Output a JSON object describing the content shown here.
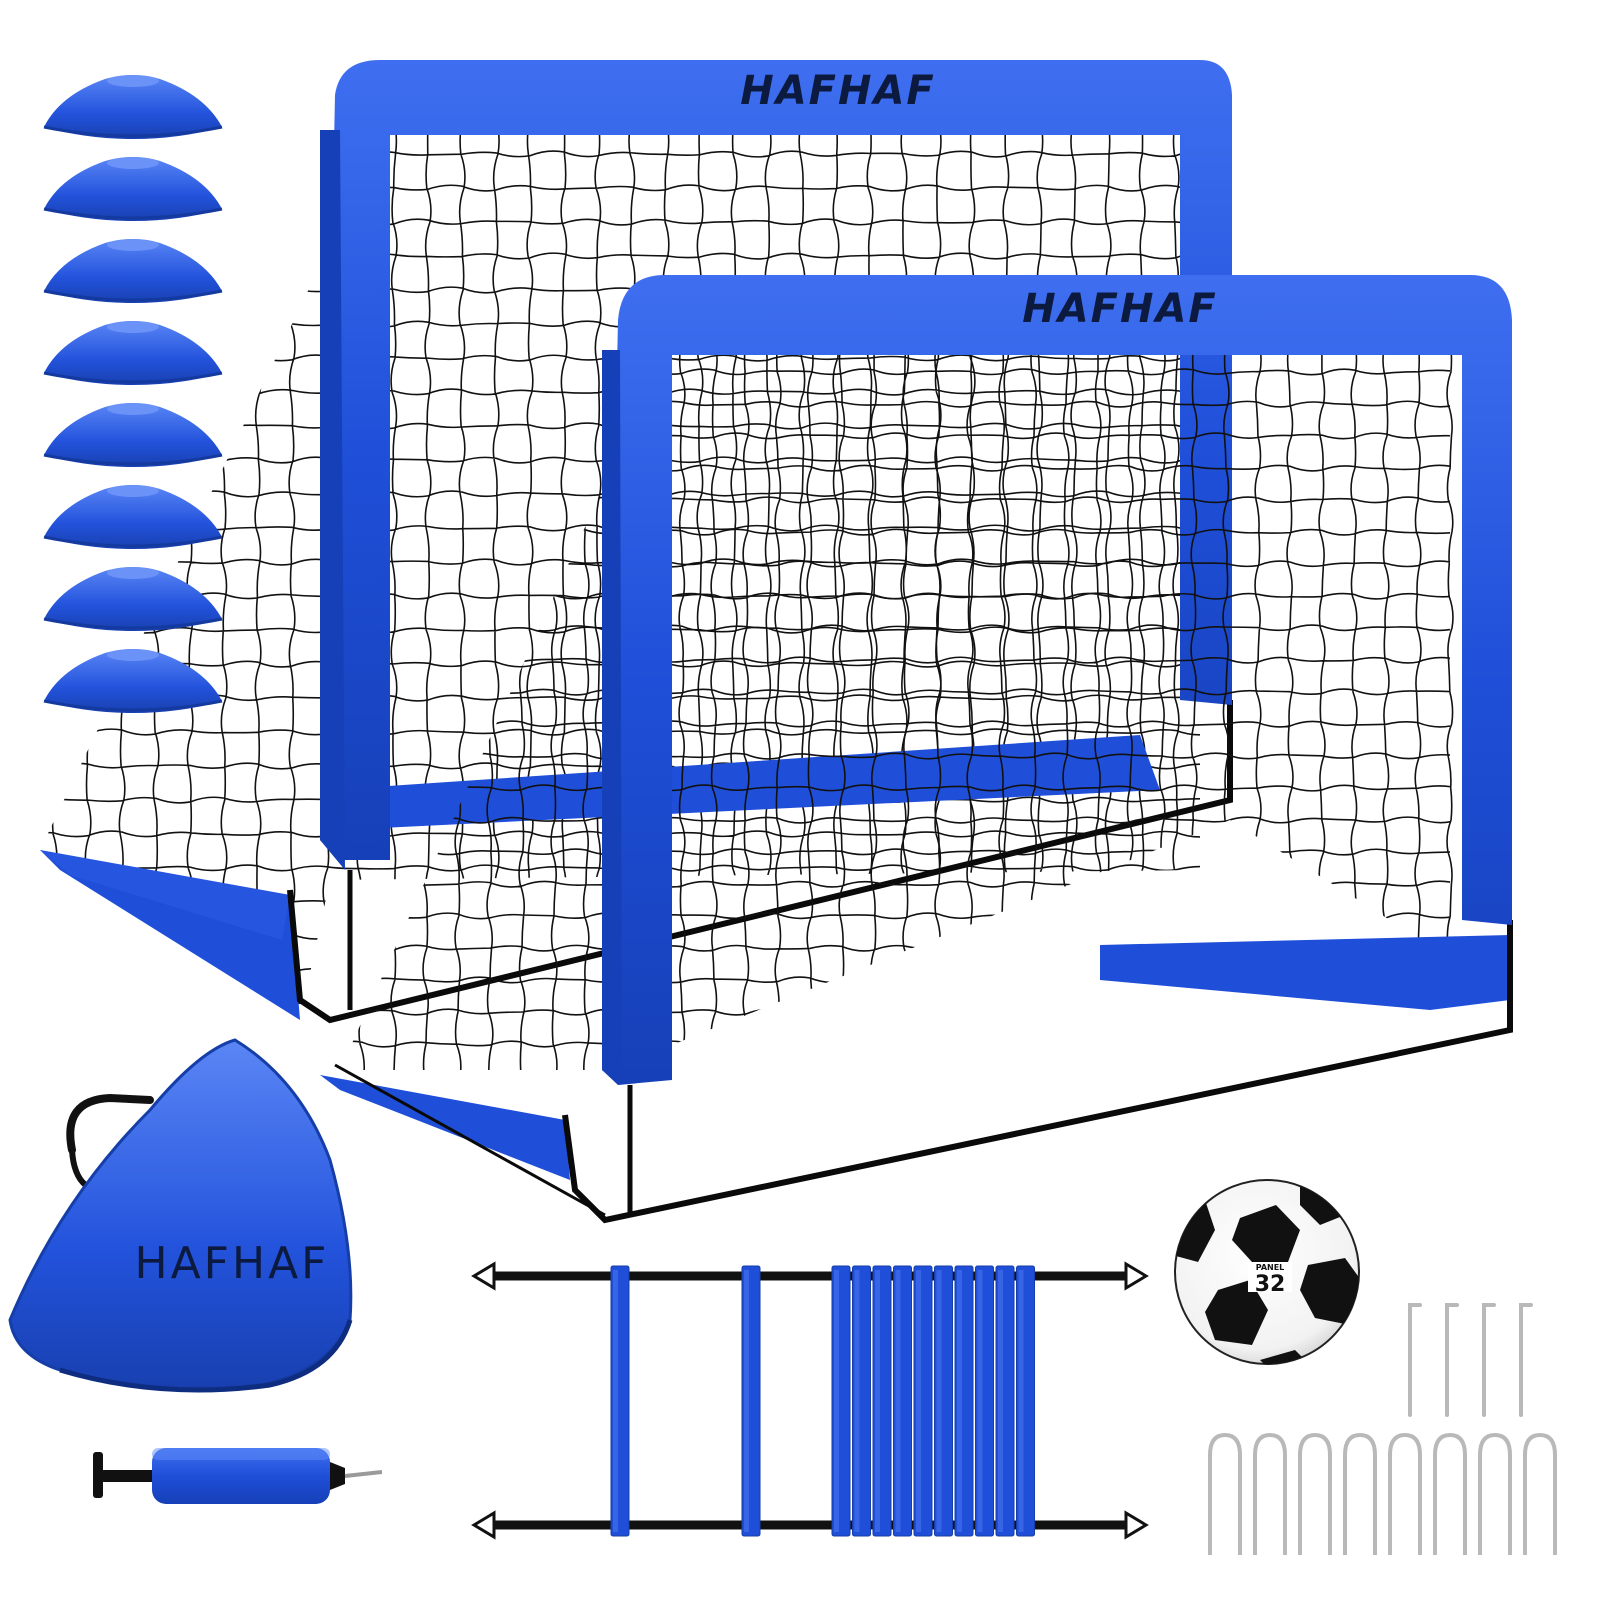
{
  "product": {
    "goal_brand_back": "HAFHAF",
    "goal_brand_front": "HAFHAF",
    "bag_brand": "HAFHAF",
    "ball_label_small": "PANEL",
    "ball_label_number": "32"
  },
  "colors": {
    "accent_blue": "#1f4fd8",
    "dark_blue": "#163ea8",
    "light_blue": "#4a78f0",
    "net": "#111111",
    "frame": "#0a0a0a",
    "stake": "#b9b9b9"
  },
  "items": {
    "cone_count": 8,
    "ladder_rung_count": 12,
    "ground_peg_count": 8,
    "straight_stake_count": 4
  },
  "icons": [
    "disc-cone-icon",
    "carry-bag-icon",
    "air-pump-icon",
    "agility-ladder-icon",
    "soccer-ball-icon",
    "ground-stake-icon"
  ]
}
